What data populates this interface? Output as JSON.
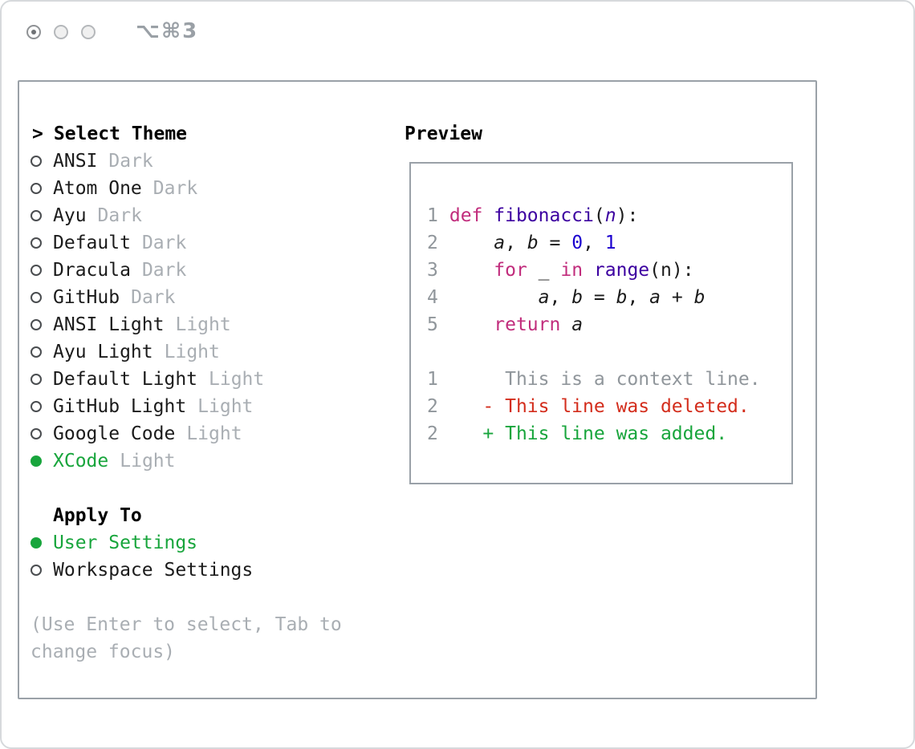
{
  "titlebar": {
    "shortcut_label": "⌥⌘3",
    "window_control_icons": [
      "window-control-1",
      "window-control-2",
      "window-control-3"
    ]
  },
  "theme_selector": {
    "prompt": ">",
    "title": "Select Theme",
    "themes": [
      {
        "name": "ANSI",
        "variant": "Dark",
        "selected": false
      },
      {
        "name": "Atom One",
        "variant": "Dark",
        "selected": false
      },
      {
        "name": "Ayu",
        "variant": "Dark",
        "selected": false
      },
      {
        "name": "Default",
        "variant": "Dark",
        "selected": false
      },
      {
        "name": "Dracula",
        "variant": "Dark",
        "selected": false
      },
      {
        "name": "GitHub",
        "variant": "Dark",
        "selected": false
      },
      {
        "name": "ANSI Light",
        "variant": "Light",
        "selected": false
      },
      {
        "name": "Ayu Light",
        "variant": "Light",
        "selected": false
      },
      {
        "name": "Default Light",
        "variant": "Light",
        "selected": false
      },
      {
        "name": "GitHub Light",
        "variant": "Light",
        "selected": false
      },
      {
        "name": "Google Code",
        "variant": "Light",
        "selected": false
      },
      {
        "name": "XCode",
        "variant": "Light",
        "selected": true
      }
    ]
  },
  "apply_to": {
    "title": "Apply To",
    "options": [
      {
        "label": "User Settings",
        "selected": true
      },
      {
        "label": "Workspace Settings",
        "selected": false
      }
    ]
  },
  "hint": "(Use Enter to select, Tab to change focus)",
  "preview": {
    "title": "Preview",
    "code_lines": [
      {
        "num": "1",
        "segments": [
          {
            "t": "def ",
            "c": "keyword"
          },
          {
            "t": "fibonacci",
            "c": "func"
          },
          {
            "t": "(",
            "c": "plain"
          },
          {
            "t": "n",
            "c": "param"
          },
          {
            "t": "):",
            "c": "plain"
          }
        ]
      },
      {
        "num": "2",
        "segments": [
          {
            "t": "    ",
            "c": "plain"
          },
          {
            "t": "a",
            "c": "var"
          },
          {
            "t": ", ",
            "c": "plain"
          },
          {
            "t": "b",
            "c": "var"
          },
          {
            "t": " = ",
            "c": "plain"
          },
          {
            "t": "0",
            "c": "number"
          },
          {
            "t": ", ",
            "c": "plain"
          },
          {
            "t": "1",
            "c": "number"
          }
        ]
      },
      {
        "num": "3",
        "segments": [
          {
            "t": "    ",
            "c": "plain"
          },
          {
            "t": "for",
            "c": "keyword"
          },
          {
            "t": " _ ",
            "c": "plain"
          },
          {
            "t": "in",
            "c": "keyword"
          },
          {
            "t": " ",
            "c": "plain"
          },
          {
            "t": "range",
            "c": "func"
          },
          {
            "t": "(n):",
            "c": "plain"
          }
        ]
      },
      {
        "num": "4",
        "segments": [
          {
            "t": "        ",
            "c": "plain"
          },
          {
            "t": "a",
            "c": "var"
          },
          {
            "t": ", ",
            "c": "plain"
          },
          {
            "t": "b",
            "c": "var"
          },
          {
            "t": " = ",
            "c": "plain"
          },
          {
            "t": "b",
            "c": "var"
          },
          {
            "t": ", ",
            "c": "plain"
          },
          {
            "t": "a",
            "c": "var"
          },
          {
            "t": " + ",
            "c": "plain"
          },
          {
            "t": "b",
            "c": "var"
          }
        ]
      },
      {
        "num": "5",
        "segments": [
          {
            "t": "    ",
            "c": "plain"
          },
          {
            "t": "return",
            "c": "keyword"
          },
          {
            "t": " ",
            "c": "plain"
          },
          {
            "t": "a",
            "c": "var"
          }
        ]
      }
    ],
    "diff_lines": [
      {
        "num": "1",
        "segments": [
          {
            "t": "     This is a context line.",
            "c": "context"
          }
        ]
      },
      {
        "num": "2",
        "segments": [
          {
            "t": "   ",
            "c": "plain"
          },
          {
            "t": "- This line was deleted.",
            "c": "deleted"
          }
        ]
      },
      {
        "num": "2",
        "segments": [
          {
            "t": "   ",
            "c": "plain"
          },
          {
            "t": "+ This line was added.",
            "c": "added"
          }
        ]
      }
    ]
  },
  "colors": {
    "selected_green": "#18a53c",
    "diff_added_green": "#18a53c",
    "diff_deleted_red": "#d32d1c",
    "keyword_magenta": "#c12c7c",
    "function_purple": "#3c00a0",
    "number_blue": "#1b00cf",
    "muted_gray": "#a9aeb3",
    "line_number_gray": "#90969b",
    "panel_border_gray": "#9aa1a8"
  },
  "icons": {
    "radio_unselected": "circle-outline",
    "radio_selected": "circle-filled-green"
  }
}
